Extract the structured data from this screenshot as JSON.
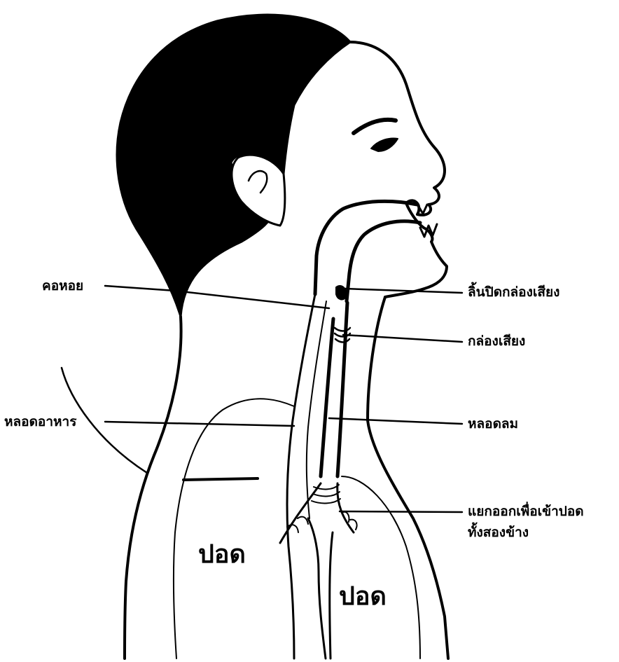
{
  "labels": {
    "pharynx": "คอหอย",
    "esophagus": "หลอดอาหาร",
    "epiglottis": "ลิ้นปิดกล่องเสียง",
    "larynx": "กล่องเสียง",
    "trachea": "หลอดลม",
    "bronchi_line1": "แยกออกเพื่อเข้าปอด",
    "bronchi_line2": "ทั้งสองข้าง",
    "lung_left": "ปอด",
    "lung_right": "ปอด"
  },
  "colors": {
    "ink": "#000000",
    "paper": "#ffffff"
  }
}
